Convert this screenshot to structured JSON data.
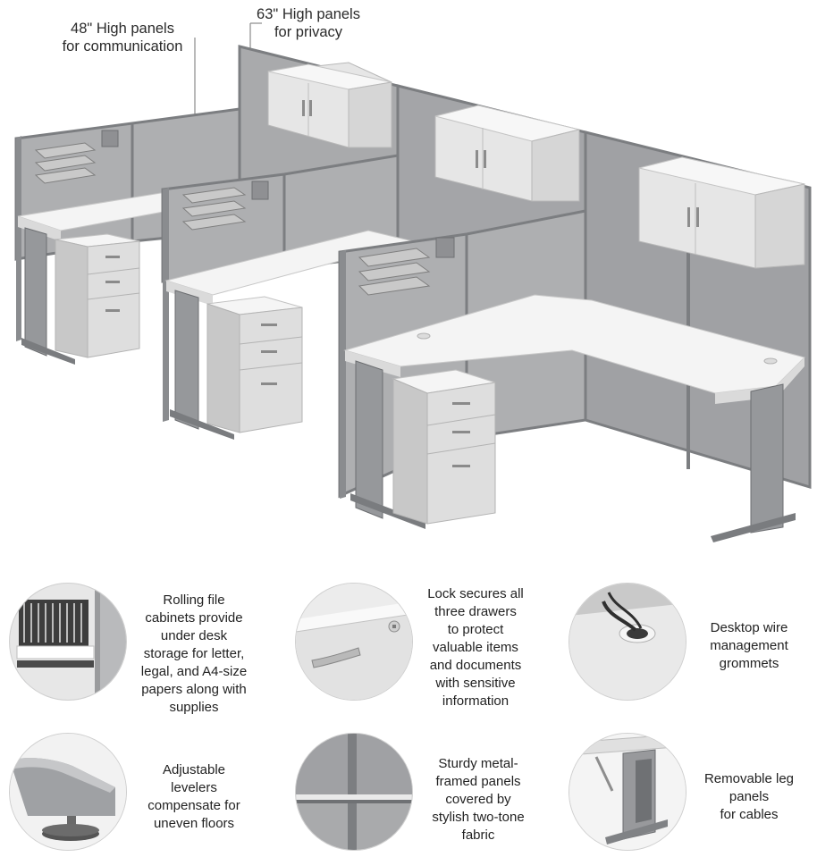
{
  "callouts": {
    "low_panels": [
      "48\" High panels",
      "for communication"
    ],
    "high_panels": [
      "63\" High panels",
      "for privacy"
    ]
  },
  "features": [
    {
      "id": "rolling-file-cabinets",
      "text": [
        "Rolling file",
        "cabinets provide",
        "under desk",
        "storage for letter,",
        "legal, and A4-size",
        "papers along with",
        "supplies"
      ]
    },
    {
      "id": "lock",
      "text": [
        "Lock secures all",
        "three drawers",
        "to protect",
        "valuable items",
        "and documents",
        "with sensitive",
        "information"
      ]
    },
    {
      "id": "grommets",
      "text": [
        "Desktop wire",
        "management",
        "grommets"
      ]
    },
    {
      "id": "levelers",
      "text": [
        "Adjustable",
        "levelers",
        "compensate for",
        "uneven floors"
      ]
    },
    {
      "id": "panels",
      "text": [
        "Sturdy metal-",
        "framed panels",
        "covered by",
        "stylish two-tone",
        "fabric"
      ]
    },
    {
      "id": "leg-panels",
      "text": [
        "Removable leg",
        "panels",
        "for cables"
      ]
    }
  ],
  "colors": {
    "panel_fabric": "#a9aaac",
    "panel_frame": "#7c7e81",
    "desk_top": "#f4f4f4",
    "cabinet": "#e9e9e9",
    "leader_line": "#8a8a8a"
  }
}
